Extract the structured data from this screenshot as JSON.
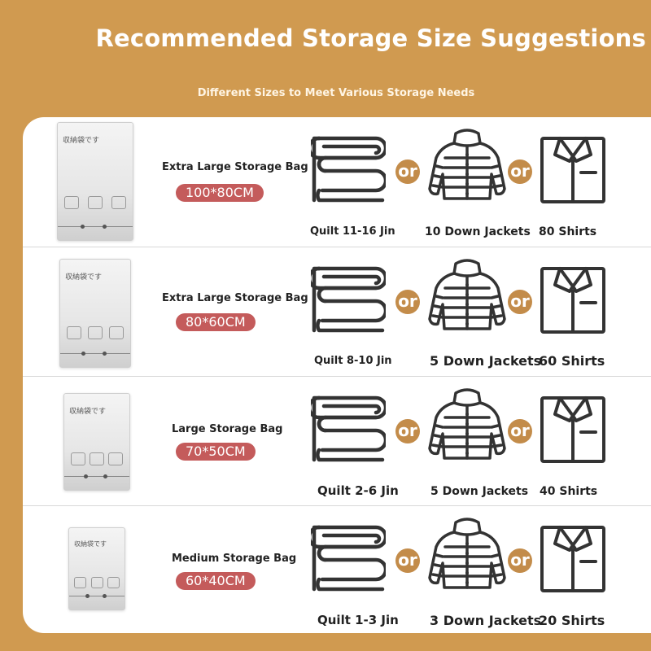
{
  "header": {
    "title": "Recommended Storage Size Suggestions",
    "subtitle": "Different Sizes to Meet Various Storage Needs"
  },
  "bag_print": "収納袋です",
  "or_label": "or",
  "colors": {
    "background": "#d09a50",
    "pill": "#c45b5b",
    "or_badge": "#c38c4a"
  },
  "rows": [
    {
      "name": "Extra Large Storage Bag",
      "size": "100*80CM",
      "quilt": "Quilt 11-16 Jin",
      "jackets": "10 Down Jackets",
      "shirts": "80 Shirts"
    },
    {
      "name": "Extra Large Storage Bag",
      "size": "80*60CM",
      "quilt": "Quilt 8-10 Jin",
      "jackets": "5 Down Jackets",
      "shirts": "60 Shirts"
    },
    {
      "name": "Large Storage Bag",
      "size": "70*50CM",
      "quilt": "Quilt 2-6 Jin",
      "jackets": "5 Down Jackets",
      "shirts": "40 Shirts"
    },
    {
      "name": "Medium Storage Bag",
      "size": "60*40CM",
      "quilt": "Quilt 1-3 Jin",
      "jackets": "3 Down Jackets",
      "shirts": "20 Shirts"
    }
  ]
}
